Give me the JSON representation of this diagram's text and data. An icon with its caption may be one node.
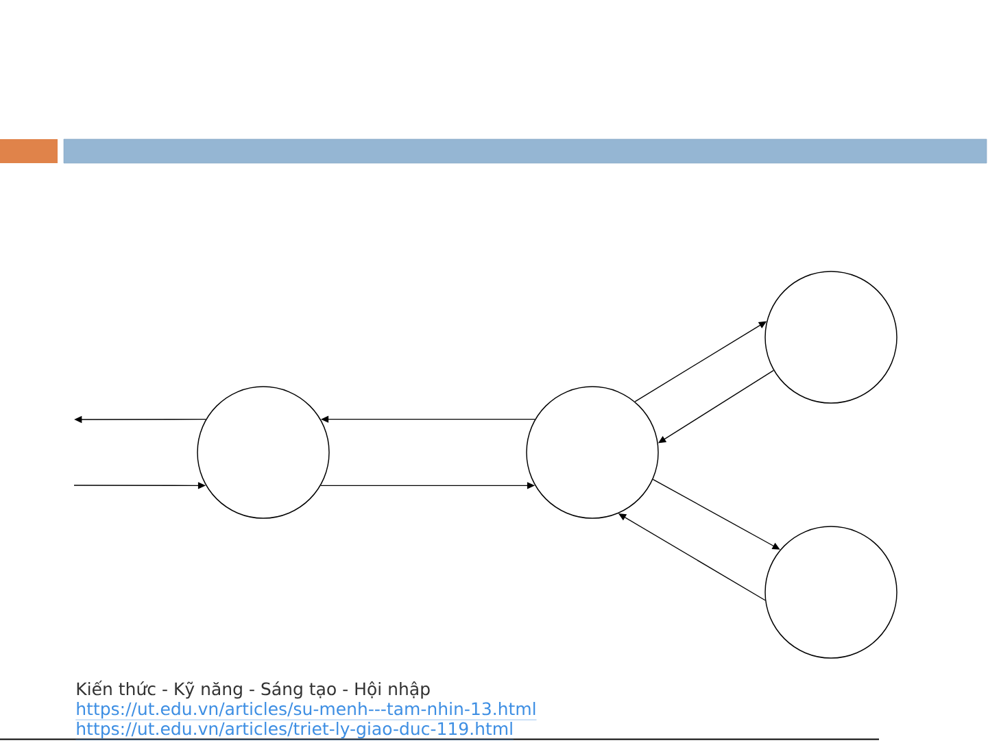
{
  "diagram": {
    "nodes": [
      {
        "text": [],
        "shape": "circle"
      },
      {
        "text": [],
        "shape": "circle"
      },
      {
        "text": [],
        "shape": "circle"
      },
      {
        "text": [],
        "shape": "circle"
      }
    ],
    "edges": [
      {
        "from": 0,
        "to": null,
        "arrow": "to"
      },
      {
        "from": null,
        "to": 0,
        "arrow": "to"
      },
      {
        "from": 1,
        "to": 0,
        "arrow": "to"
      },
      {
        "from": 0,
        "to": 1,
        "arrow": "to"
      },
      {
        "from": 1,
        "to": 2,
        "arrow": "to"
      },
      {
        "from": 2,
        "to": 1,
        "arrow": "to"
      },
      {
        "from": 1,
        "to": 3,
        "arrow": "to"
      },
      {
        "from": 3,
        "to": 1,
        "arrow": "to"
      }
    ],
    "labels": [
      "Kiến thức - Kỹ năng - Sáng tạo - Hội nhập",
      "https://ut.edu.vn/articles/su-menh---tam-nhin-13.html",
      "https://ut.edu.vn/articles/triet-ly-giao-duc-119.html"
    ]
  }
}
